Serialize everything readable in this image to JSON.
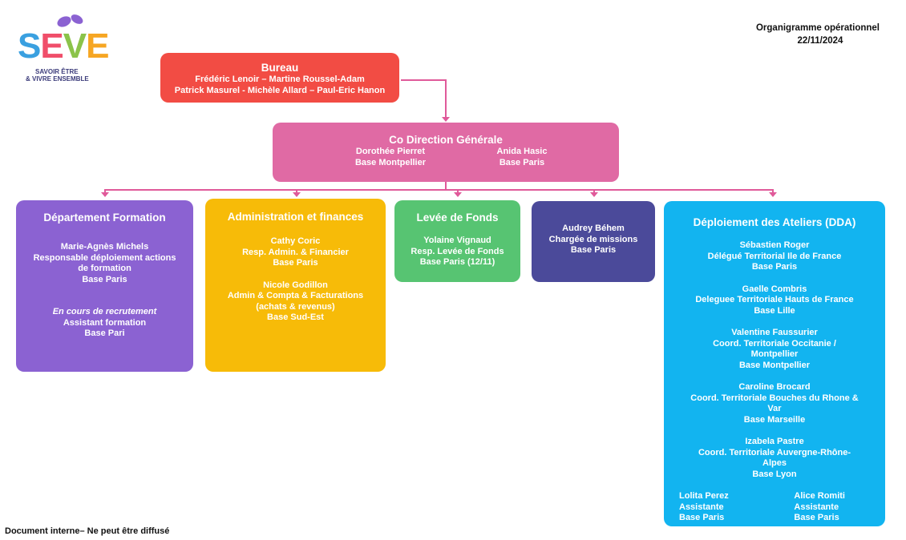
{
  "logo": {
    "letters": [
      "S",
      "E",
      "V",
      "E"
    ],
    "colors": [
      "#3aa0e0",
      "#f04e6a",
      "#8bc34a",
      "#f6a623"
    ],
    "tagline_1": "SAVOIR ÊTRE",
    "tagline_2": "& VIVRE ENSEMBLE"
  },
  "header": {
    "title": "Organigramme opérationnel",
    "date": "22/11/2024"
  },
  "footer": "Document interne– Ne peut être diffusé",
  "bureau": {
    "title": "Bureau",
    "line1": "Frédéric Lenoir – Martine Roussel-Adam",
    "line2": "Patrick Masurel - Michèle Allard – Paul-Eric Hanon",
    "color": "#f24c44"
  },
  "direction": {
    "title": "Co Direction Générale",
    "left_name": "Dorothée Pierret",
    "left_base": "Base Montpellier",
    "right_name": "Anida Hasic",
    "right_base": "Base Paris",
    "color": "#e06aa4"
  },
  "formation": {
    "title": "Département Formation",
    "p1_name": "Marie-Agnès Michels",
    "p1_role1": "Responsable déploiement actions",
    "p1_role2": "de formation",
    "p1_base": "Base Paris",
    "p2_status": "En cours de recrutement",
    "p2_role": "Assistant formation",
    "p2_base": "Base Pari",
    "color": "#8b62d2"
  },
  "admin": {
    "title": "Administration et finances",
    "p1_name": "Cathy Coric",
    "p1_role": "Resp. Admin. & Financier",
    "p1_base": "Base Paris",
    "p2_name": "Nicole Godillon",
    "p2_role1": "Admin & Compta & Facturations",
    "p2_role2": "(achats & revenus)",
    "p2_base": "Base Sud-Est",
    "color": "#f7bb08"
  },
  "fonds": {
    "title": "Levée de Fonds",
    "p1_name": "Yolaine Vignaud",
    "p1_role": "Resp. Levée de Fonds",
    "p1_base": "Base Paris (12/11)",
    "color": "#57c472"
  },
  "missions": {
    "p1_name": "Audrey Béhem",
    "p1_role": "Chargée de missions",
    "p1_base": "Base Paris",
    "color": "#4b4a9a"
  },
  "ateliers": {
    "title": "Déploiement des Ateliers (DDA)",
    "p1_name": "Sébastien Roger",
    "p1_role": "Délégué Territorial Ile de France",
    "p1_base": "Base Paris",
    "p2_name": "Gaelle Combris",
    "p2_role": "Deleguee Territoriale Hauts de France",
    "p2_base": "Base Lille",
    "p3_name": "Valentine Faussurier",
    "p3_role1": "Coord. Territoriale Occitanie /",
    "p3_role2": "Montpellier",
    "p3_base": "Base Montpellier",
    "p4_name": "Caroline Brocard",
    "p4_role1": "Coord. Territoriale Bouches du Rhone &",
    "p4_role2": "Var",
    "p4_base": "Base Marseille",
    "p5_name": "Izabela  Pastre",
    "p5_role1": "Coord. Territoriale Auvergne-Rhône-",
    "p5_role2": "Alpes",
    "p5_base": "Base Lyon",
    "a1_name": "Lolita Perez",
    "a1_role": "Assistante",
    "a1_base": "Base Paris",
    "a2_name": "Alice Romiti",
    "a2_role": "Assistante",
    "a2_base": "Base Paris",
    "color": "#12b4f0"
  }
}
